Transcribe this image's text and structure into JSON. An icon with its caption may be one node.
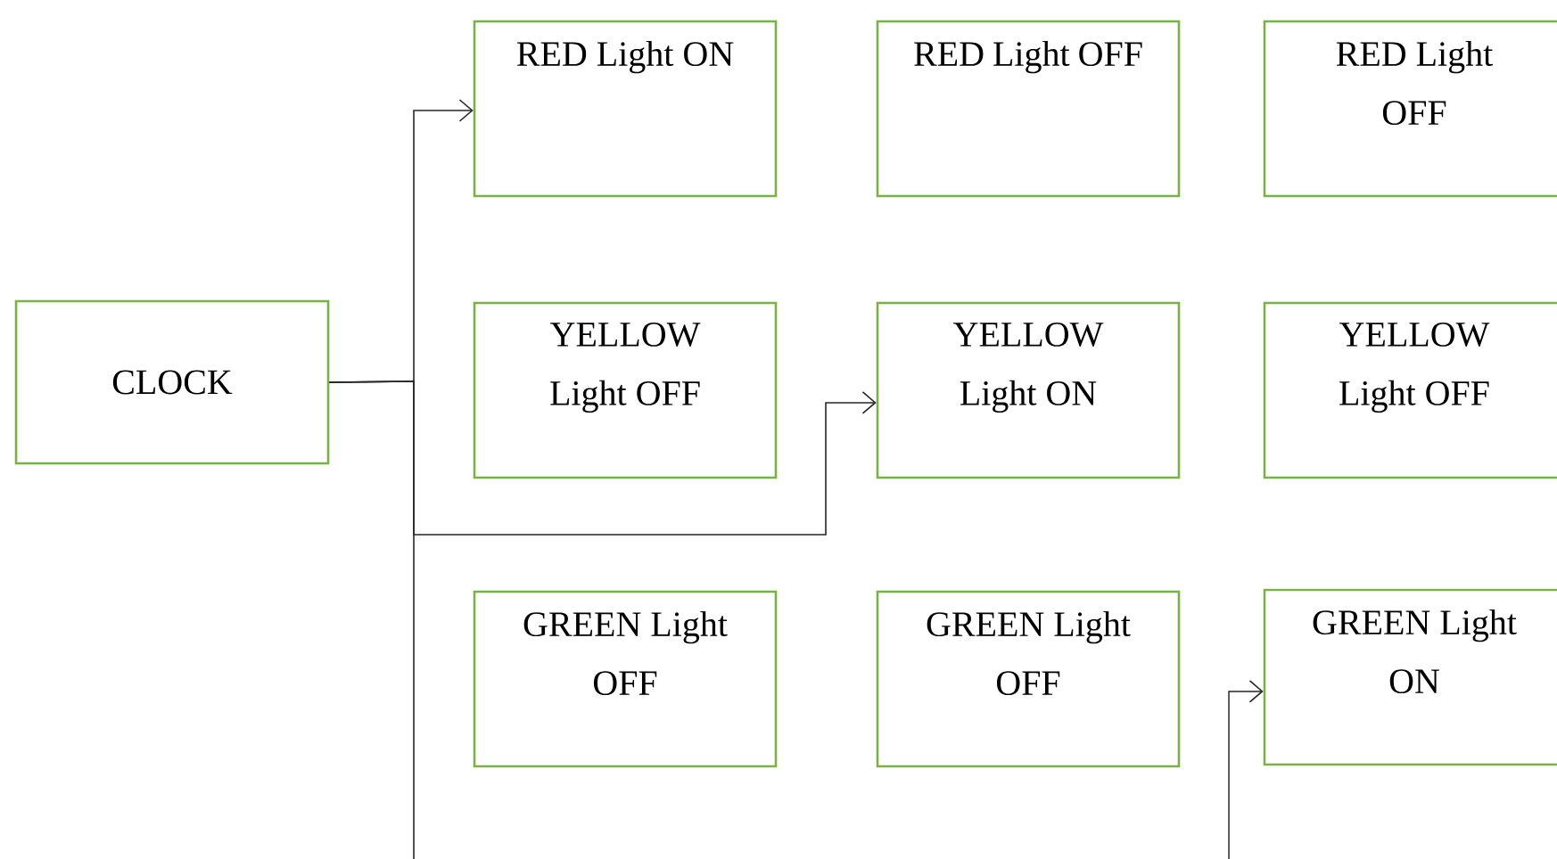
{
  "diagram": {
    "nodes": [
      {
        "text": [
          "CLOCK"
        ]
      },
      {
        "text": [
          "RED Light ON"
        ]
      },
      {
        "text": [
          "RED Light OFF"
        ]
      },
      {
        "text": [
          "RED Light OFF"
        ]
      },
      {
        "text": [
          "YELLOW Light OFF"
        ]
      },
      {
        "text": [
          "YELLOW Light ON"
        ]
      },
      {
        "text": [
          "YELLOW Light OFF"
        ]
      },
      {
        "text": [
          "GREEN Light OFF"
        ]
      },
      {
        "text": [
          "GREEN Light OFF"
        ]
      },
      {
        "text": [
          "GREEN Light ON"
        ]
      }
    ],
    "edges": [
      {
        "from": 0,
        "to": 1,
        "arrow": "to"
      },
      {
        "from": 0,
        "to": 5,
        "arrow": "to"
      },
      {
        "from": 0,
        "to": null,
        "arrow": "none"
      },
      {
        "from": null,
        "to": 9,
        "arrow": "to"
      }
    ]
  }
}
